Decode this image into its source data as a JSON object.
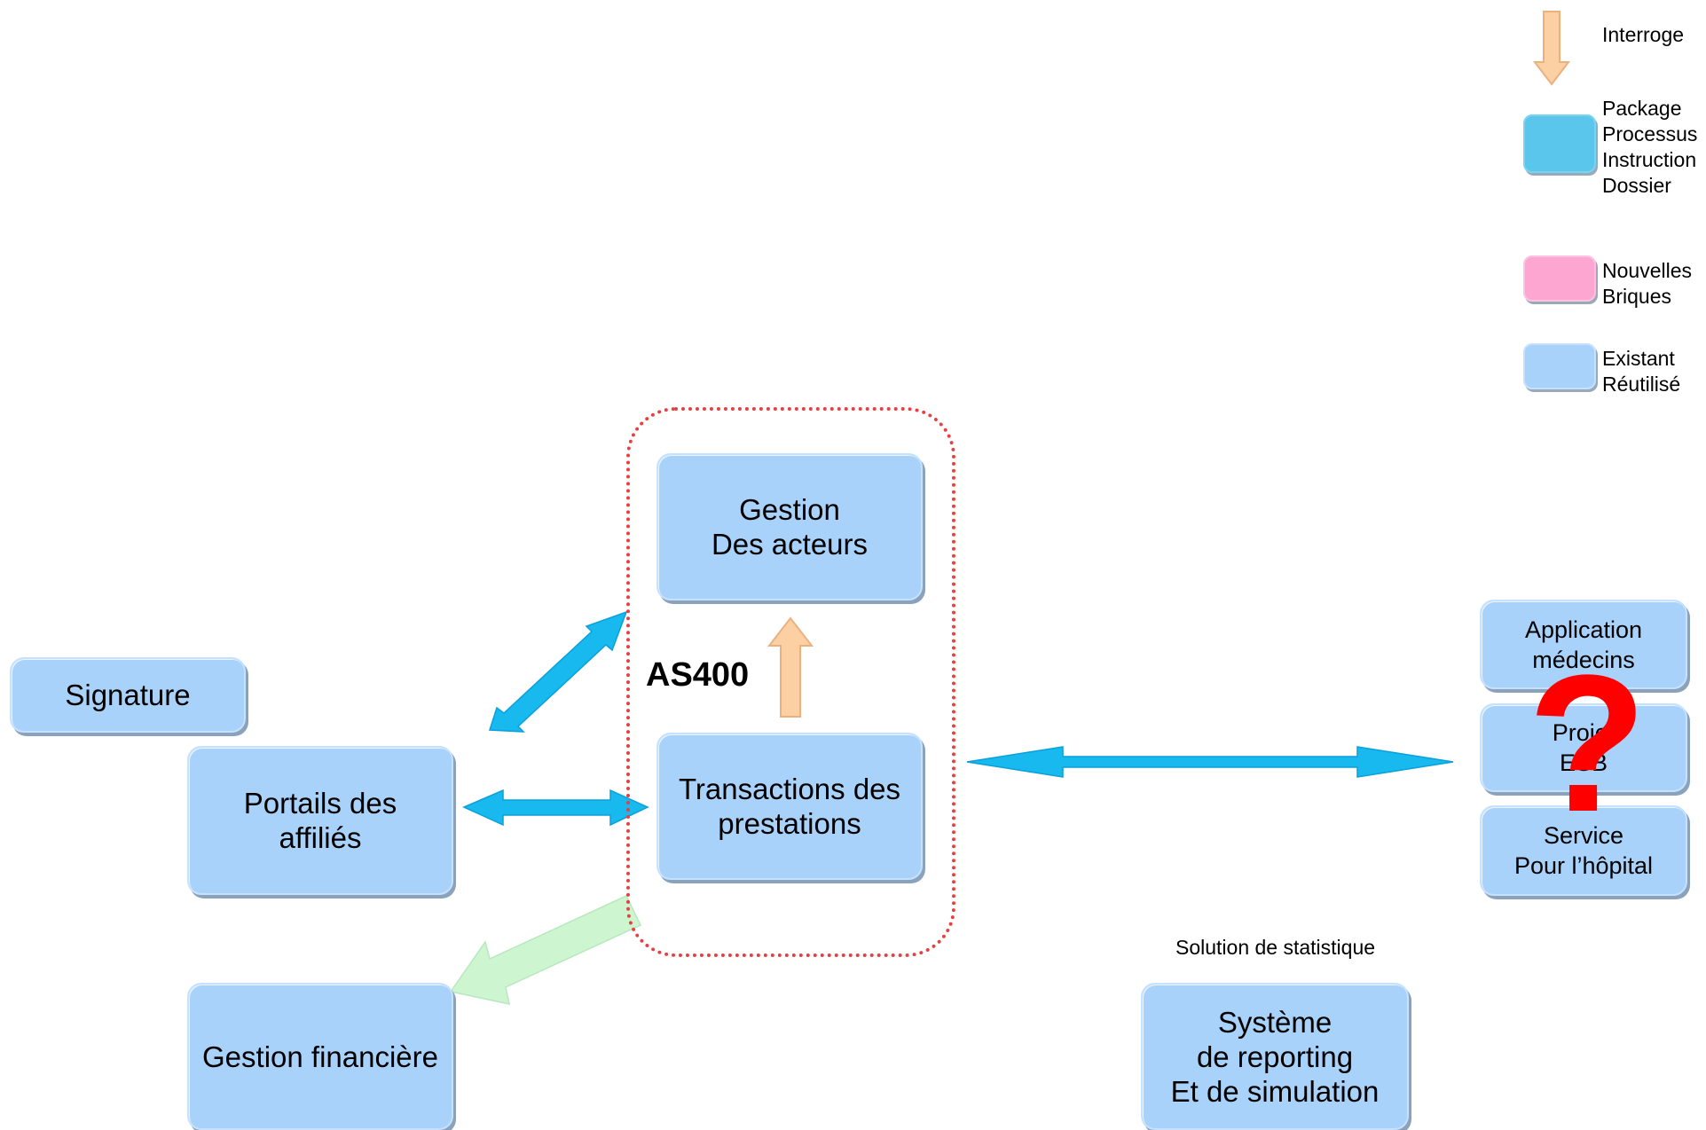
{
  "legend": {
    "interroge": "Interroge",
    "package": [
      "Package",
      "Processus",
      "Instruction",
      "Dossier"
    ],
    "nouvelles": [
      "Nouvelles",
      "Briques"
    ],
    "existant": [
      "Existant",
      "Réutilisé"
    ],
    "colors": {
      "package": "#5bc6ec",
      "nouvelles": "#fda6d2",
      "existant": "#a9d2fb",
      "interroge": "#fdd0a4"
    }
  },
  "as400": {
    "label": "AS400"
  },
  "boxes": {
    "gestion_acteurs": [
      "Gestion",
      "Des acteurs"
    ],
    "transactions": [
      "Transactions des",
      "prestations"
    ],
    "signature": "Signature",
    "portails": [
      "Portails des",
      "affiliés"
    ],
    "gestion_financiere": "Gestion financière",
    "application_medecins": [
      "Application",
      "médecins"
    ],
    "projet_esb": [
      "Projet",
      "ESB"
    ],
    "service_hopital": [
      "Service",
      "Pour l’hôpital"
    ],
    "systeme_reporting": [
      "Système",
      "de reporting",
      "Et de simulation"
    ]
  },
  "stat_label": "Solution de statistique",
  "question_mark": "?",
  "colors": {
    "arrow_blue": "#17b9ef",
    "arrow_green": "#ccf5d0",
    "frame_red": "#e84040"
  }
}
